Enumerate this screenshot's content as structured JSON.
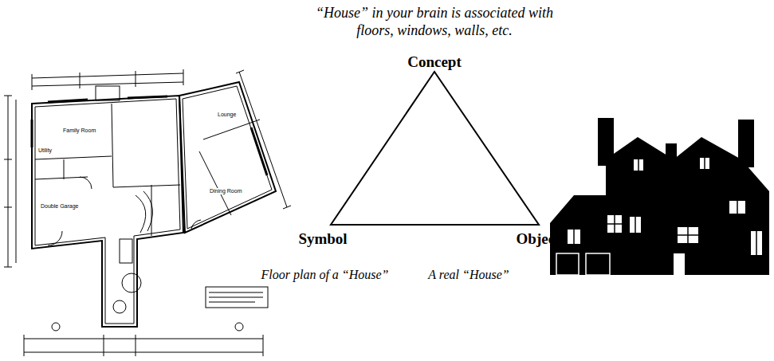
{
  "diagram": {
    "labels": [
      "“House” in your brain is associated with floors, windows, walls, etc.",
      "Concept",
      "Symbol",
      "Object",
      "Floor plan of a “House”",
      "A real “House”",
      "Utility",
      "Family Room",
      "Lounge",
      "Double Garage",
      "Dining Room"
    ]
  }
}
